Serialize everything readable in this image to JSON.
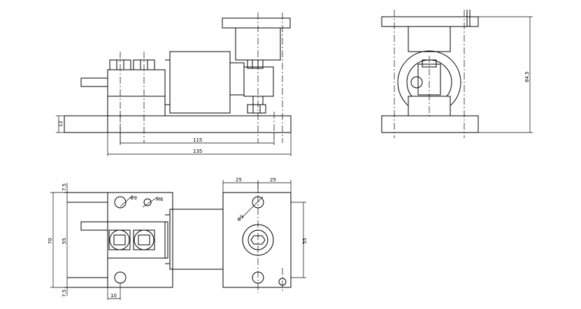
{
  "front_view": {
    "dim_height": "12",
    "dim_hole_spacing": "115",
    "dim_length": "135"
  },
  "side_view": {
    "dim_total_height": "84.5"
  },
  "top_view": {
    "dim_edge_top": "7.5",
    "dim_edge_bottom": "7.5",
    "dim_width": "70",
    "dim_hole_spacing_left": "55",
    "dim_hole_spacing_right": "55",
    "dim_offset_a": "25",
    "dim_offset_b": "25",
    "dim_edge_left": "10",
    "label_hole_left": "Φ9",
    "label_thread": "M6",
    "label_hole_right": "Φ9"
  }
}
